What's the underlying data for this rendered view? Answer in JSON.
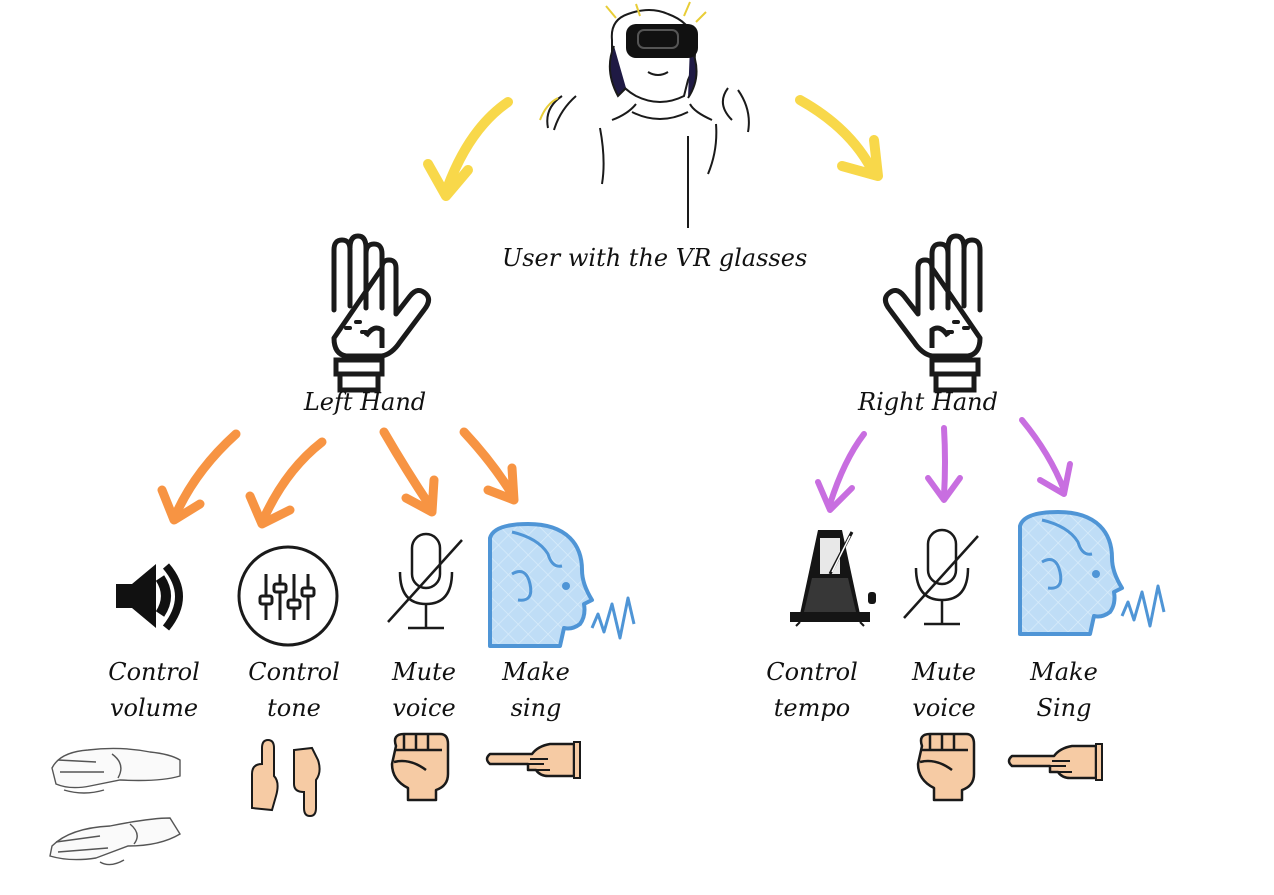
{
  "user_label": "User with the VR glasses",
  "left": {
    "label": "Left Hand",
    "arrow_color": "#F79443",
    "actions": [
      {
        "line1": "Control",
        "line2": "volume"
      },
      {
        "line1": "Control",
        "line2": "tone"
      },
      {
        "line1": "Mute",
        "line2": "voice"
      },
      {
        "line1": "Make",
        "line2": "sing"
      }
    ]
  },
  "right": {
    "label": "Right Hand",
    "arrow_color": "#C86EE0",
    "actions": [
      {
        "line1": "Control",
        "line2": "tempo"
      },
      {
        "line1": "Mute",
        "line2": "voice"
      },
      {
        "line1": "Make",
        "line2": "Sing"
      }
    ]
  },
  "colors": {
    "top_arrows": "#F8D84A",
    "line_art": "#1a1a1a",
    "head_fill": "#BFDDF6",
    "head_stroke": "#4F95D6",
    "skin": "#F6CBA4",
    "metronome": "#151515"
  },
  "icons": {
    "user": "person-vr-headset-icon",
    "hand": "glove-hand-icon",
    "volume": "speaker-volume-icon",
    "tone": "equalizer-sliders-icon",
    "mute": "muted-microphone-icon",
    "sing": "singing-head-icon",
    "tempo": "metronome-icon",
    "gesture_palm": "open-palm-gesture-icon",
    "gesture_fingers": "pointing-fingers-gesture-icon",
    "gesture_fist": "fist-gesture-icon",
    "gesture_point": "pointing-hand-gesture-icon"
  }
}
